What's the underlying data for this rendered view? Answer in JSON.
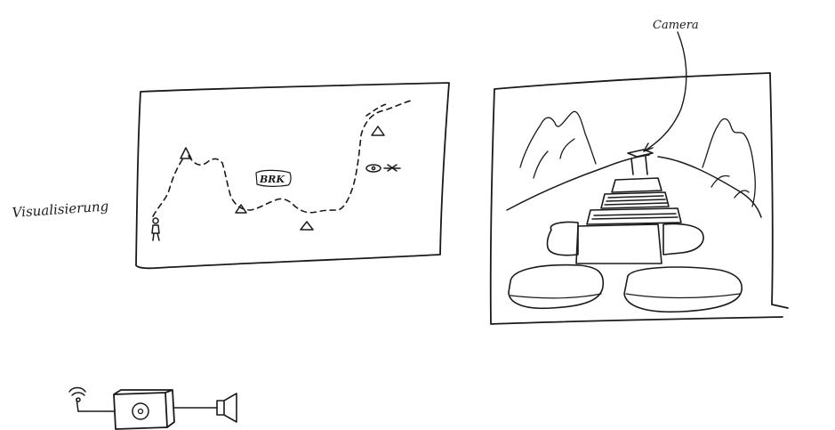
{
  "labels": {
    "left_caption": "Visualisierung",
    "camera_caption": "Camera",
    "map_tag": "BRK"
  },
  "colors": {
    "ink": "#1a1a1a",
    "paper": "#ffffff"
  }
}
